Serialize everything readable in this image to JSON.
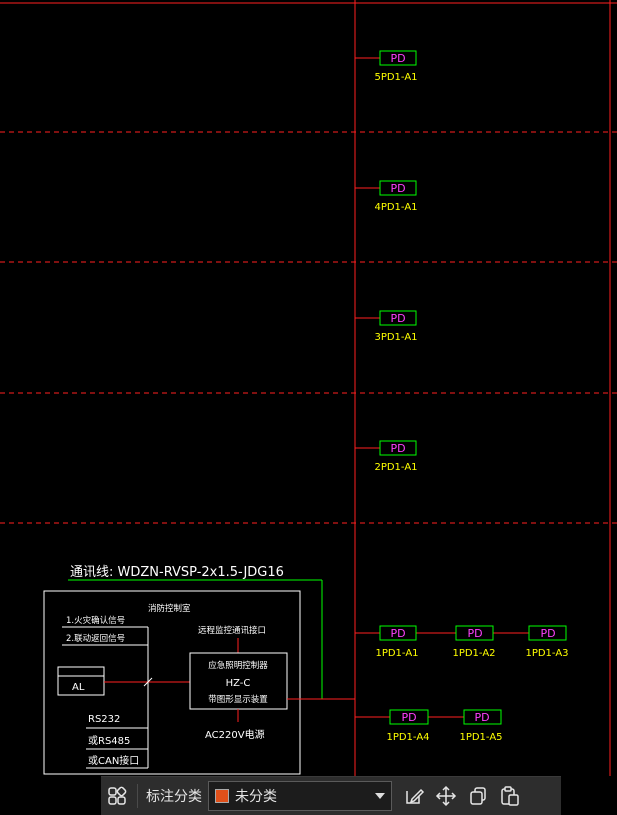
{
  "colors": {
    "background": "#000000",
    "frame_line": "#ff2020",
    "bus_line": "#ff2020",
    "box_outline": "#00ff00",
    "box_text": "#ff40ff",
    "label_text": "#ffff00",
    "leader_line": "#00ff00",
    "toolbar_bg": "#2d2d2d",
    "category_swatch": "#e0501a"
  },
  "floors": [
    {
      "box": "PD",
      "label": "5PD1-A1"
    },
    {
      "box": "PD",
      "label": "4PD1-A1"
    },
    {
      "box": "PD",
      "label": "3PD1-A1"
    },
    {
      "box": "PD",
      "label": "2PD1-A1"
    }
  ],
  "first_floor_row_a": [
    {
      "box": "PD",
      "label": "1PD1-A1"
    },
    {
      "box": "PD",
      "label": "1PD1-A2"
    },
    {
      "box": "PD",
      "label": "1PD1-A3"
    }
  ],
  "first_floor_row_b": [
    {
      "box": "PD",
      "label": "1PD1-A4"
    },
    {
      "box": "PD",
      "label": "1PD1-A5"
    }
  ],
  "comm_cable": "通讯线: WDZN-RVSP-2x1.5-JDG16",
  "control_room": {
    "title": "消防控制室",
    "signal_1": "1.火灾确认信号",
    "signal_2": "2.联动返回信号",
    "al_label": "AL",
    "rs232": "RS232",
    "rs485": "或RS485",
    "can": "或CAN接口",
    "remote_port": "远程监控通讯接口",
    "controller_line1": "应急照明控制器",
    "controller_line2": "HZ-C",
    "controller_line3": "带图形显示装置",
    "power": "AC220V电源"
  },
  "toolbar": {
    "label": "标注分类",
    "selected_category": "未分类",
    "icons": [
      "apps-icon",
      "edit-icon",
      "move-icon",
      "copy-icon",
      "paste-icon"
    ]
  }
}
